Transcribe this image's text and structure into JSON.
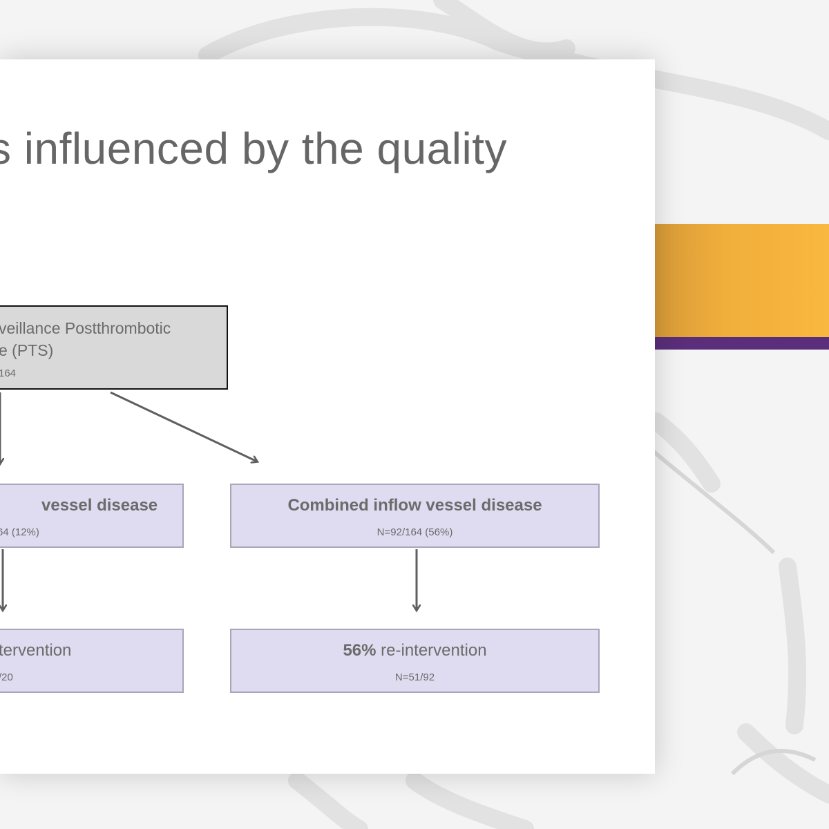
{
  "slide": {
    "title": "s influenced by the quality"
  },
  "flow": {
    "top_box": {
      "line1": "veillance Postthrombotic",
      "line2": "e (PTS)",
      "line3": "164"
    },
    "left_mid": {
      "title": "vessel disease",
      "count": "64 (12%)"
    },
    "right_mid": {
      "title": "Combined inflow vessel disease",
      "count": "N=92/164 (56%)"
    },
    "left_bot": {
      "title": "tervention",
      "count": "/20"
    },
    "right_bot": {
      "percent": "56%",
      "title": " re-intervention",
      "count": "N=51/92"
    }
  },
  "colors": {
    "accent_gold": "#f9b83f",
    "accent_purple": "#5a2e7a",
    "box_fill": "#dfdbf0",
    "top_box_fill": "#d9d9d9"
  }
}
